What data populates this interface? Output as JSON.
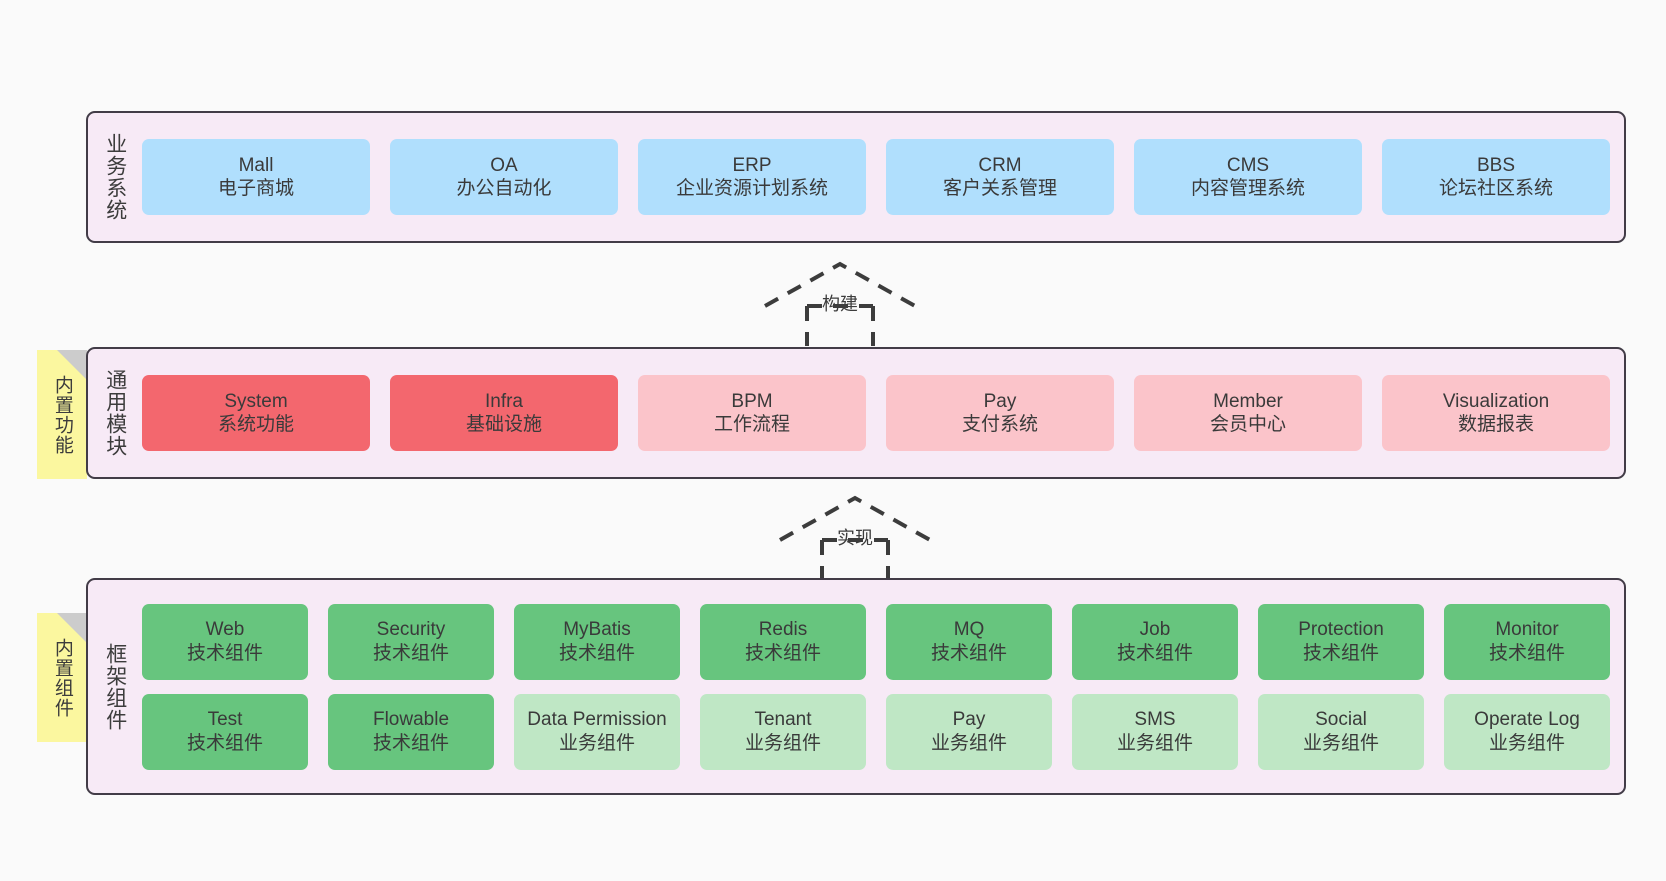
{
  "diagram": {
    "background_color": "#fafafa",
    "panel_color": "#f7eaf6",
    "panel_border_color": "#423c47",
    "note_color": "#fbf79f"
  },
  "layers": [
    {
      "id": "business-systems",
      "title": "业务系统",
      "note": null,
      "rows": [
        {
          "nodes": [
            {
              "en": "Mall",
              "cn": "电子商城",
              "color": "blue",
              "color_hex": "#b0dffd"
            },
            {
              "en": "OA",
              "cn": "办公自动化",
              "color": "blue",
              "color_hex": "#b0dffd"
            },
            {
              "en": "ERP",
              "cn": "企业资源计划系统",
              "color": "blue",
              "color_hex": "#b0dffd"
            },
            {
              "en": "CRM",
              "cn": "客户关系管理",
              "color": "blue",
              "color_hex": "#b0dffd"
            },
            {
              "en": "CMS",
              "cn": "内容管理系统",
              "color": "blue",
              "color_hex": "#b0dffd"
            },
            {
              "en": "BBS",
              "cn": "论坛社区系统",
              "color": "blue",
              "color_hex": "#b0dffd"
            }
          ]
        }
      ]
    },
    {
      "id": "common-modules",
      "title": "通用模块",
      "note": "内置功能",
      "rows": [
        {
          "nodes": [
            {
              "en": "System",
              "cn": "系统功能",
              "color": "red",
              "color_hex": "#f3676e"
            },
            {
              "en": "Infra",
              "cn": "基础设施",
              "color": "red",
              "color_hex": "#f3676e"
            },
            {
              "en": "BPM",
              "cn": "工作流程",
              "color": "pink",
              "color_hex": "#fbc4ca"
            },
            {
              "en": "Pay",
              "cn": "支付系统",
              "color": "pink",
              "color_hex": "#fbc4ca"
            },
            {
              "en": "Member",
              "cn": "会员中心",
              "color": "pink",
              "color_hex": "#fbc4ca"
            },
            {
              "en": "Visualization",
              "cn": "数据报表",
              "color": "pink",
              "color_hex": "#fbc4ca"
            }
          ]
        }
      ]
    },
    {
      "id": "framework-components",
      "title": "框架组件",
      "note": "内置组件",
      "rows": [
        {
          "nodes": [
            {
              "en": "Web",
              "cn": "技术组件",
              "color": "green",
              "color_hex": "#67c57e"
            },
            {
              "en": "Security",
              "cn": "技术组件",
              "color": "green",
              "color_hex": "#67c57e"
            },
            {
              "en": "MyBatis",
              "cn": "技术组件",
              "color": "green",
              "color_hex": "#67c57e"
            },
            {
              "en": "Redis",
              "cn": "技术组件",
              "color": "green",
              "color_hex": "#67c57e"
            },
            {
              "en": "MQ",
              "cn": "技术组件",
              "color": "green",
              "color_hex": "#67c57e"
            },
            {
              "en": "Job",
              "cn": "技术组件",
              "color": "green",
              "color_hex": "#67c57e"
            },
            {
              "en": "Protection",
              "cn": "技术组件",
              "color": "green",
              "color_hex": "#67c57e"
            },
            {
              "en": "Monitor",
              "cn": "技术组件",
              "color": "green",
              "color_hex": "#67c57e"
            }
          ]
        },
        {
          "nodes": [
            {
              "en": "Test",
              "cn": "技术组件",
              "color": "green",
              "color_hex": "#67c57e"
            },
            {
              "en": "Flowable",
              "cn": "技术组件",
              "color": "green",
              "color_hex": "#67c57e"
            },
            {
              "en": "Data Permission",
              "cn": "业务组件",
              "color": "mint",
              "color_hex": "#bfe7c5"
            },
            {
              "en": "Tenant",
              "cn": "业务组件",
              "color": "mint",
              "color_hex": "#bfe7c5"
            },
            {
              "en": "Pay",
              "cn": "业务组件",
              "color": "mint",
              "color_hex": "#bfe7c5"
            },
            {
              "en": "SMS",
              "cn": "业务组件",
              "color": "mint",
              "color_hex": "#bfe7c5"
            },
            {
              "en": "Social",
              "cn": "业务组件",
              "color": "mint",
              "color_hex": "#bfe7c5"
            },
            {
              "en": "Operate Log",
              "cn": "业务组件",
              "color": "mint",
              "color_hex": "#bfe7c5"
            }
          ]
        }
      ]
    }
  ],
  "connectors": [
    {
      "id": "build",
      "label": "构建",
      "from": "common-modules",
      "to": "business-systems",
      "style": "dashed-hollow-arrow"
    },
    {
      "id": "implement",
      "label": "实现",
      "from": "framework-components",
      "to": "common-modules",
      "style": "dashed-hollow-arrow"
    }
  ]
}
